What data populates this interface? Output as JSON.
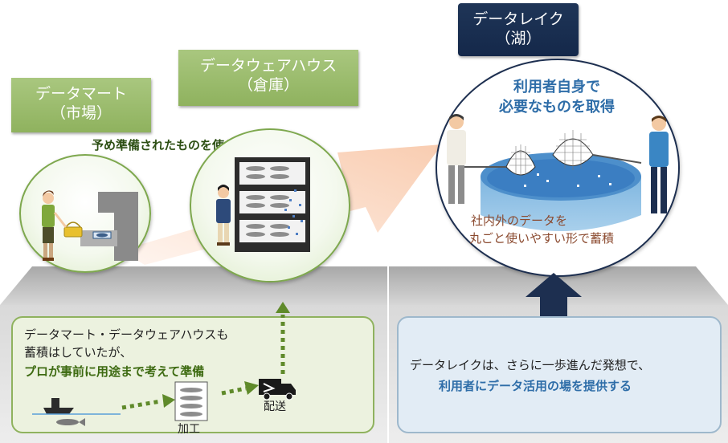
{
  "labels": {
    "data_mart": "データマート",
    "data_mart_sub": "（市場）",
    "data_warehouse": "データウェアハウス",
    "data_warehouse_sub": "（倉庫）",
    "data_lake": "データレイク",
    "data_lake_sub": "（湖）"
  },
  "captions": {
    "prepared_use": "予め準備されたものを使う",
    "user_self_line1": "利用者自身で",
    "user_self_line2": "必要なものを取得",
    "lake_note_line1": "社内外のデータを",
    "lake_note_line2": "丸ごと使いやすい形で蓄積"
  },
  "left_box": {
    "line1": "データマート・データウェアハウスも",
    "line2": "蓄積はしていたが、",
    "line3": "プロが事前に用途まで考えて準備",
    "process_label": "加工",
    "delivery_label": "配送"
  },
  "right_box": {
    "line1": "データレイクは、さらに一歩進んだ発想で、",
    "line2": "利用者にデータ活用の場を提供する"
  },
  "colors": {
    "green_accent": "#8fb25e",
    "navy": "#1d2f50",
    "blue_text": "#2e6da8",
    "green_text": "#3e6b12",
    "brown_text": "#8b4a2f"
  }
}
